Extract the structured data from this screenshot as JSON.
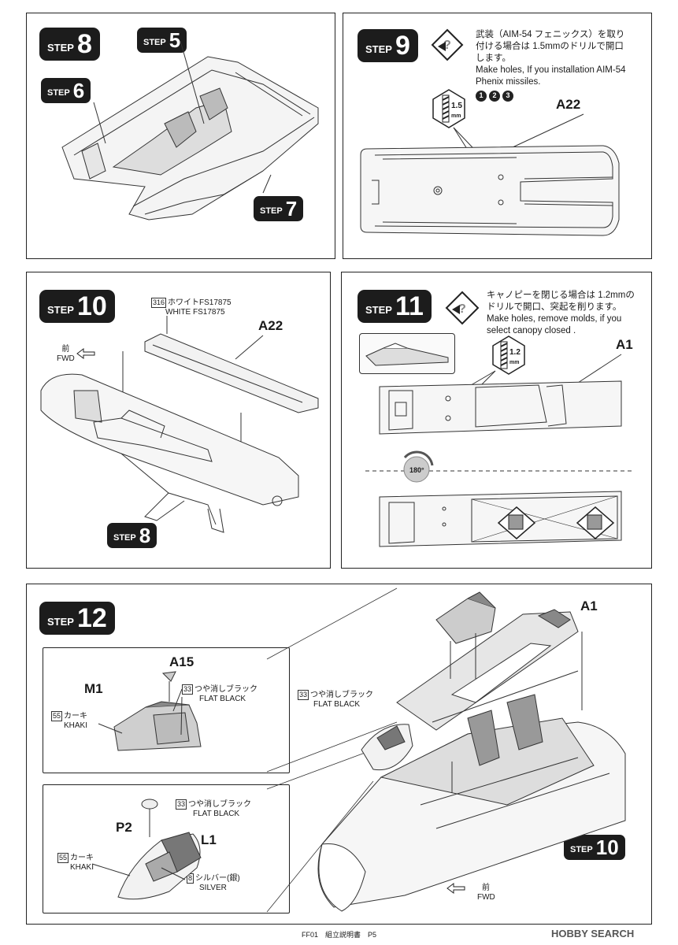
{
  "steps": {
    "s8": {
      "word": "STEP",
      "num": "8"
    },
    "s5": {
      "word": "STEP",
      "num": "5"
    },
    "s6": {
      "word": "STEP",
      "num": "6"
    },
    "s7": {
      "word": "STEP",
      "num": "7"
    },
    "s9": {
      "word": "STEP",
      "num": "9"
    },
    "s10": {
      "word": "STEP",
      "num": "10"
    },
    "s8b": {
      "word": "STEP",
      "num": "8"
    },
    "s11": {
      "word": "STEP",
      "num": "11"
    },
    "s12": {
      "word": "STEP",
      "num": "12"
    },
    "s10b": {
      "word": "STEP",
      "num": "10"
    }
  },
  "step9": {
    "jp1": "武装（AIM-54 フェニックス）を取り",
    "jp2": "付ける場合は 1.5mmのドリルで開口",
    "jp3": "します。",
    "en1": "Make holes, If you installation AIM-54",
    "en2": "Phenix missiles.",
    "markers": [
      "1",
      "2",
      "3"
    ],
    "drill": "1.5",
    "drill_unit": "mm",
    "part": "A22"
  },
  "step10": {
    "color_num": "316",
    "color_jp": "ホワイトFS17875",
    "color_en": "WHITE FS17875",
    "part": "A22",
    "fwd_jp": "前",
    "fwd_en": "FWD"
  },
  "step11": {
    "jp1": "キャノピーを閉じる場合は 1.2mmの",
    "jp2": "ドリルで開口、突起を削ります。",
    "en1": "Make holes, remove molds, if you",
    "en2": "select canopy closed .",
    "drill": "1.2",
    "drill_unit": "mm",
    "part": "A1",
    "rotate": "180°"
  },
  "step12": {
    "part_a15": "A15",
    "part_m1": "M1",
    "part_a1": "A1",
    "part_p2": "P2",
    "part_l1": "L1",
    "flat_black_num": "33",
    "flat_black_jp": "つや消しブラック",
    "flat_black_en": "FLAT BLACK",
    "khaki_num": "55",
    "khaki_jp": "カーキ",
    "khaki_en": "KHAKI",
    "silver_num": "8",
    "silver_jp": "シルバー(銀)",
    "silver_en": "SILVER",
    "fwd_jp": "前",
    "fwd_en": "FWD"
  },
  "footer": {
    "text": "FF01　組立説明書　P5",
    "watermark": "HOBBY SEARCH"
  }
}
